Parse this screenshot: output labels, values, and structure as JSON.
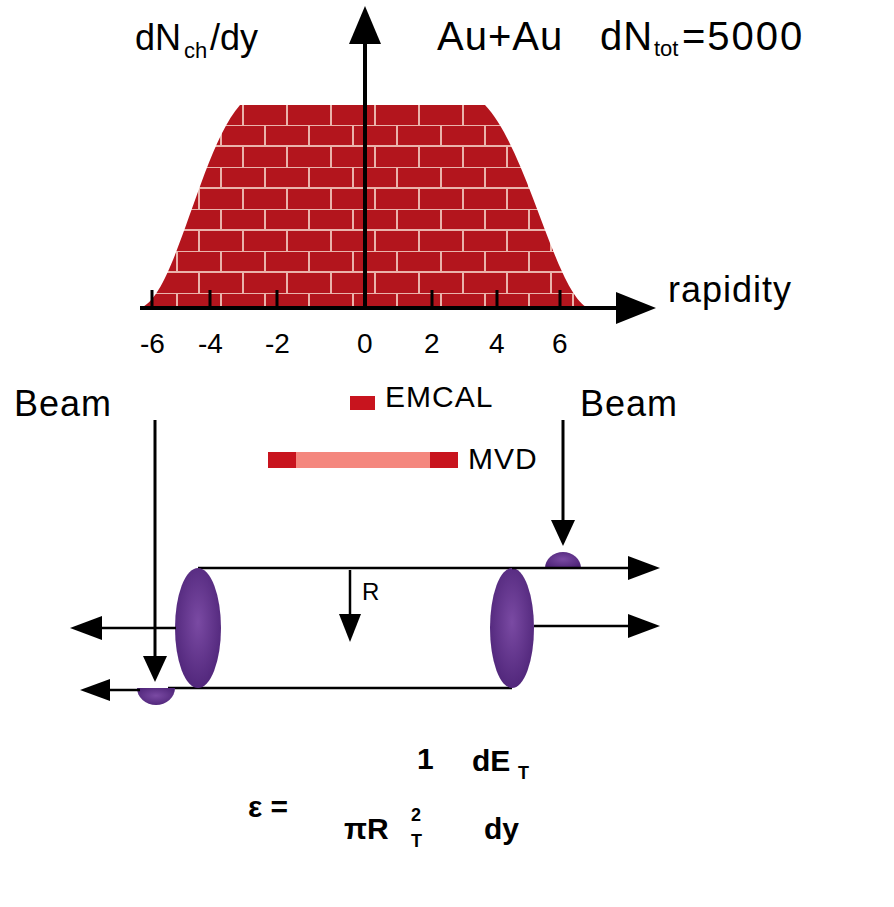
{
  "diagram": {
    "labels": [
      "dN",
      "ch",
      "/dy",
      "Au+Au",
      "dN",
      "tot",
      "=5000",
      "rapidity",
      "-6",
      "-4",
      "-2",
      "0",
      "2",
      "4",
      "6",
      "Beam",
      "Beam",
      "R",
      "ε =",
      "1",
      "πR",
      "T",
      "2",
      "dE",
      "T",
      "dy"
    ],
    "legend": [
      {
        "text": "EMCAL",
        "color": "#c8141e"
      },
      {
        "text": "MVD"
      }
    ]
  }
}
